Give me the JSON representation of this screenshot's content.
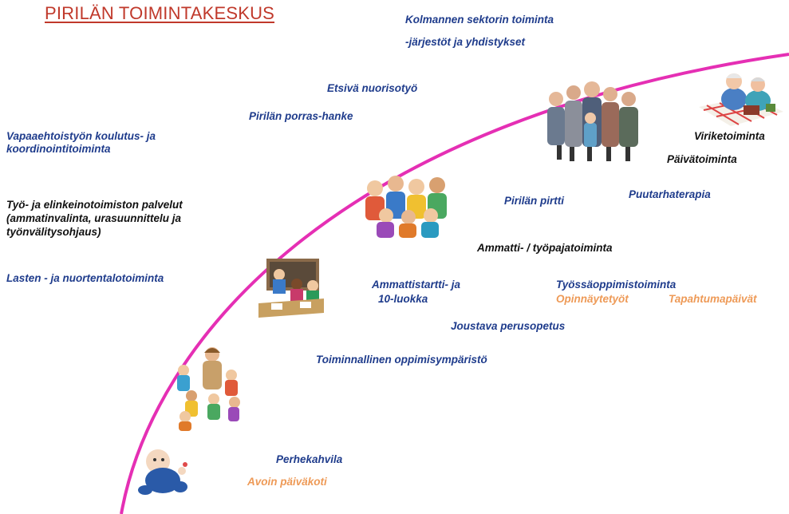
{
  "title": "PIRILÄN TOIMINTAKESKUS",
  "arc_color": "#e52fb4",
  "colors": {
    "title": "#c0392b",
    "blue_text": "#1f3c8c",
    "black_text": "#111111",
    "orange_text": "#ee9a57"
  },
  "labels": {
    "kolmannen": "Kolmannen sektorin toiminta",
    "jarjestot": "-järjestöt ja yhdistykset",
    "etsiva": "Etsivä nuorisotyö",
    "porras": "Pirilän porras-hanke",
    "vapaaeht_1": "Vapaaehtoistyön  koulutus- ja",
    "vapaaeht_2": "koordinointitoiminta",
    "tyo_1": "Työ- ja elinkeinotoimiston palvelut",
    "tyo_2": "(ammatinvalinta, urasuunnittelu ja",
    "tyo_3": "työnvälitysohjaus)",
    "lasten": "Lasten - ja nuortentalotoiminta",
    "viriketoiminta": "Viriketoiminta",
    "paivatoiminta": "Päivätoiminta",
    "puutarhaterapia": "Puutarhaterapia",
    "pirtti": "Pirilän pirtti",
    "ammatti_tyopaja": "Ammatti- / työpajatoiminta",
    "ammattistartti_1": "Ammattistartti- ja",
    "ammattistartti_2": "10-luokka",
    "tyossaoppimis": "Työssäoppimistoiminta",
    "opinnaytetyot": "Opinnäytetyöt",
    "tapahtumapaivat": "Tapahtumapäivät",
    "joustava": "Joustava perusopetus",
    "toiminnallinen": "Toiminnallinen  oppimisympäristö",
    "perhekahvila": "Perhekahvila",
    "avoin": "Avoin päiväkoti"
  },
  "clipart": [
    "elderly-couple-picnic-clipart",
    "group-of-people-clipart",
    "children-group-clipart",
    "classroom-kids-clipart",
    "teacher-reading-children-clipart",
    "baby-clipart"
  ]
}
